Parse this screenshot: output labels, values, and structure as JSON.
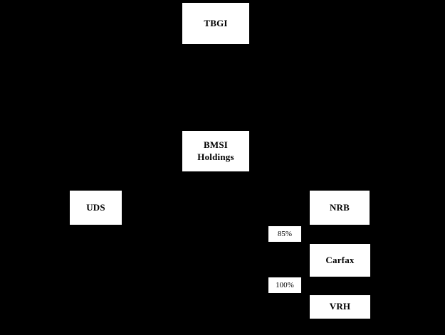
{
  "diagram": {
    "type": "org-chart",
    "colors": {
      "background": "#000000",
      "node_fill": "#ffffff",
      "node_text": "#000000"
    },
    "nodes": {
      "tbgi": {
        "label": "TBGI"
      },
      "bmsi": {
        "label": "BMSI\nHoldings"
      },
      "uds": {
        "label": "UDS"
      },
      "nrb": {
        "label": "NRB"
      },
      "carfax": {
        "label": "Carfax"
      },
      "vrh": {
        "label": "VRH"
      }
    },
    "ownership_labels": {
      "nrb_to_carfax": "85%",
      "carfax_to_vrh": "100%"
    }
  }
}
